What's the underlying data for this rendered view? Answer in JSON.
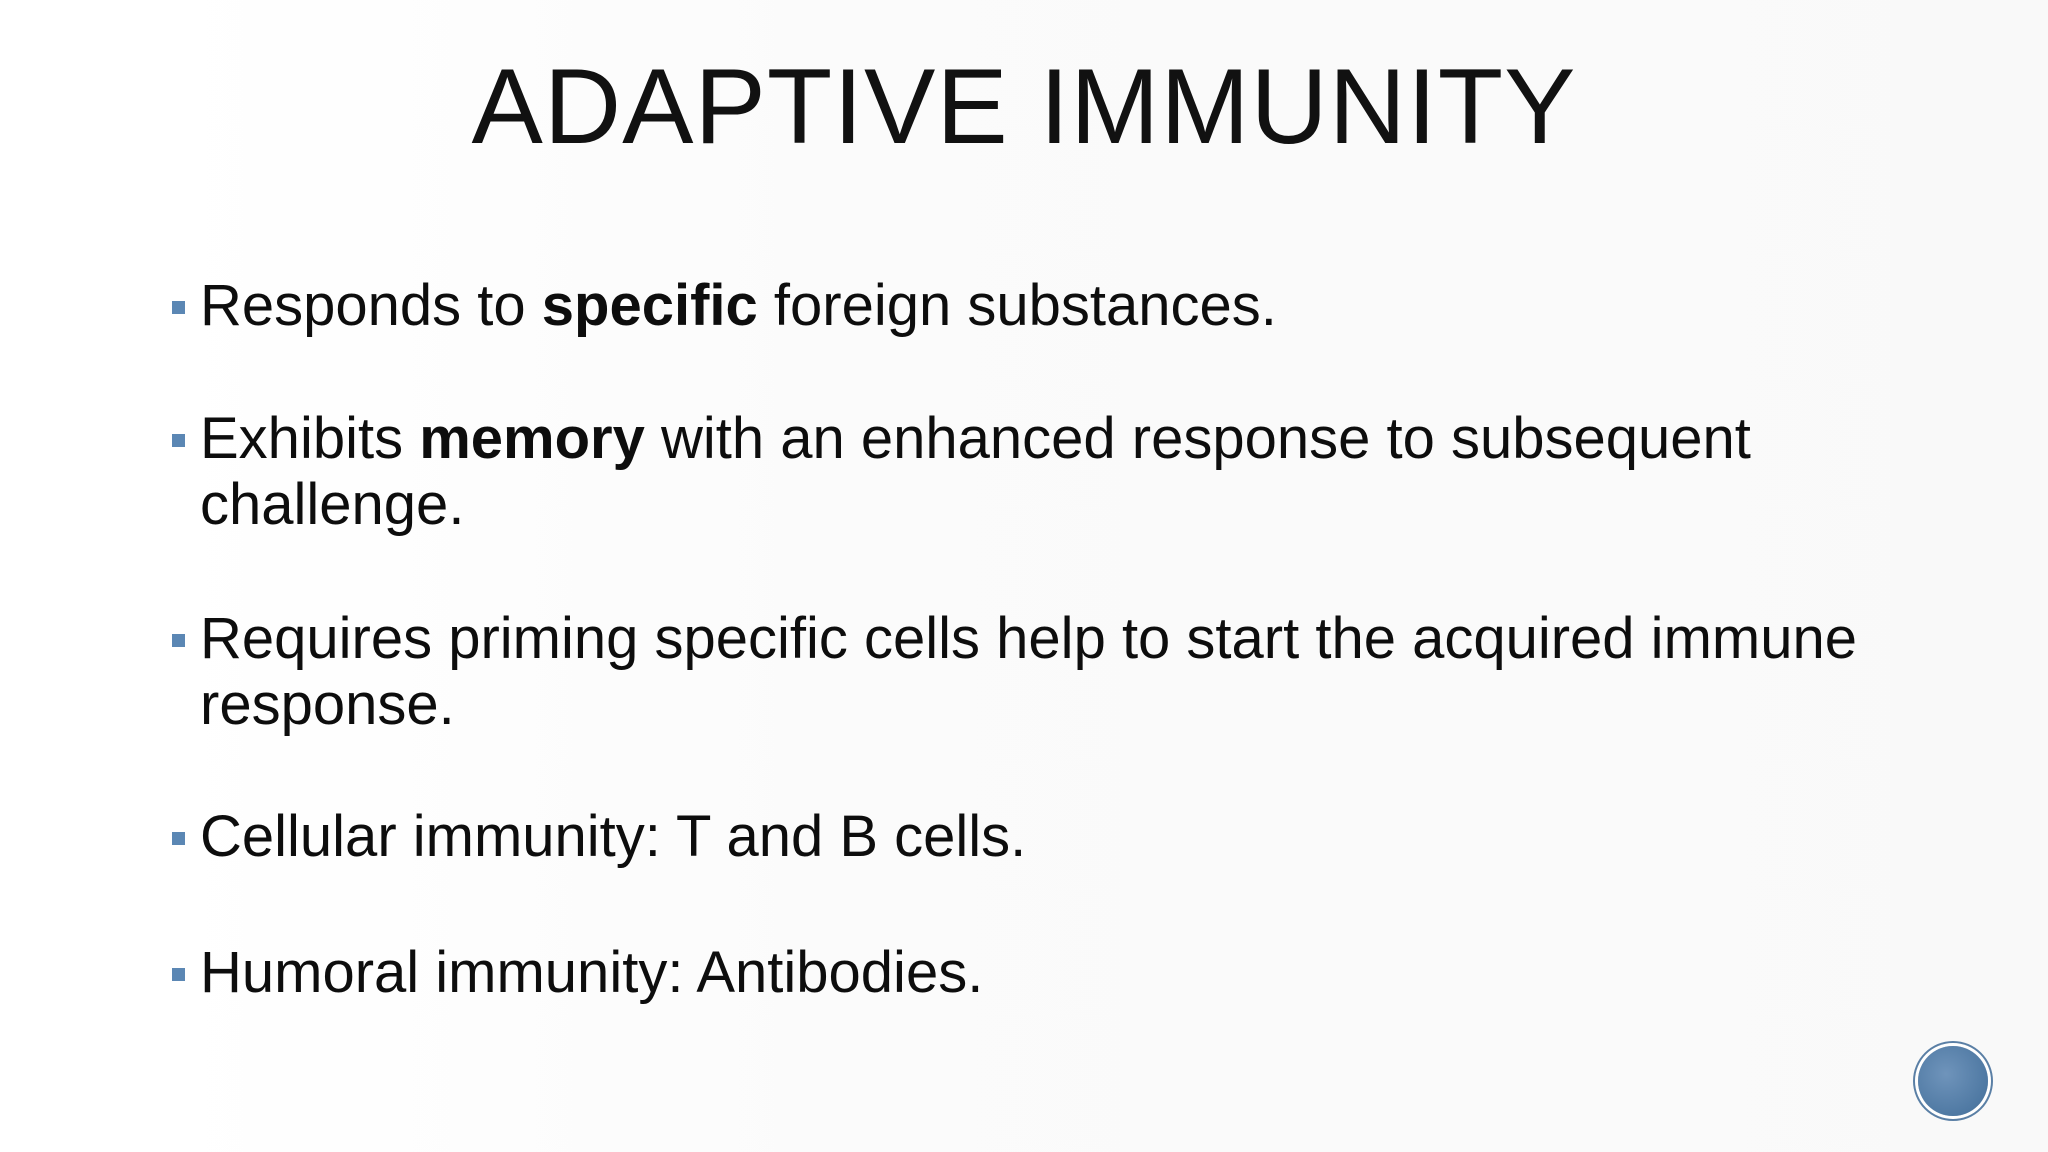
{
  "slide": {
    "title": "ADAPTIVE IMMUNITY",
    "bullets": [
      {
        "before": "Responds to ",
        "bold": "specific",
        "after": " foreign substances."
      },
      {
        "before": "Exhibits ",
        "bold": "memory",
        "after": " with an enhanced response to subsequent challenge."
      },
      {
        "before": "Requires priming specific cells help to start the acquired immune response.",
        "bold": "",
        "after": ""
      },
      {
        "before": "Cellular immunity:  T and B cells.",
        "bold": "",
        "after": ""
      },
      {
        "before": "Humoral immunity: Antibodies.",
        "bold": "",
        "after": ""
      }
    ],
    "accent_color": "#5b87b4"
  }
}
